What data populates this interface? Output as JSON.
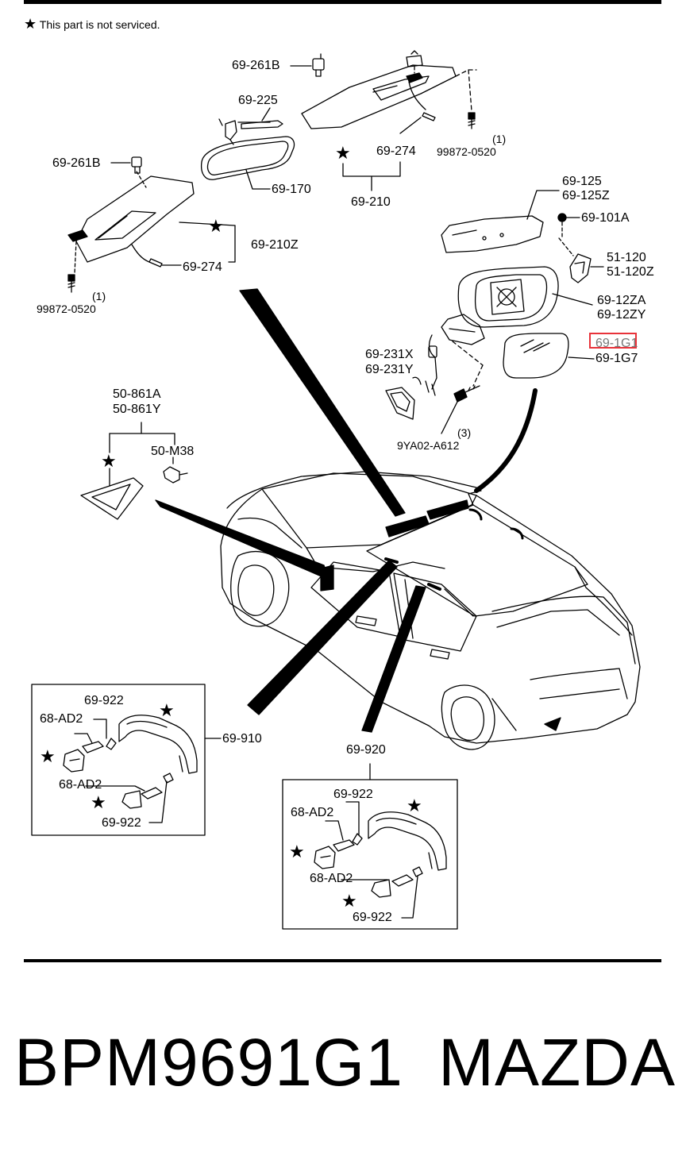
{
  "note": {
    "star": "★",
    "text": "This part is not serviced."
  },
  "labels": {
    "sv_clip_top": "69-261B",
    "mirror_bracket": "69-225",
    "clip_274_top": "69-274",
    "screw_top_num": "99872-0520",
    "screw_top_qty": "(1)",
    "visor_top": "69-210",
    "sv_clip_left": "69-261B",
    "inner_mirror": "69-170",
    "visor_left": "69-210Z",
    "clip_274_left": "69-274",
    "screw_left_qty": "(1)",
    "screw_left_num": "99872-0520",
    "cover_a": "69-125",
    "cover_b": "69-125Z",
    "clip_101": "69-101A",
    "lamp_a": "51-120",
    "lamp_b": "51-120Z",
    "outer_a": "69-12ZA",
    "outer_b": "69-12ZY",
    "glass_a": "69-1G1",
    "glass_b": "69-1G7",
    "harness_a": "69-231X",
    "harness_b": "69-231Y",
    "bolt_qty": "(3)",
    "bolt_num": "9YA02-A612",
    "tri_a": "50-861A",
    "tri_b": "50-861Y",
    "tri_clip": "50-M38",
    "grip1_cap_top": "69-922",
    "grip1_clip_top": "68-AD2",
    "grip1_name": "69-910",
    "grip1_clip_bot": "68-AD2",
    "grip1_cap_bot": "69-922",
    "grip2_name": "69-920",
    "grip2_cap_top": "69-922",
    "grip2_clip_top": "68-AD2",
    "grip2_clip_bot": "68-AD2",
    "grip2_cap_bot": "69-922"
  },
  "star_glyph": "★",
  "footer": {
    "part_number": "BPM9691G1",
    "brand": "MAZDA"
  },
  "colors": {
    "line": "#000000",
    "highlight": "#e8333a"
  }
}
